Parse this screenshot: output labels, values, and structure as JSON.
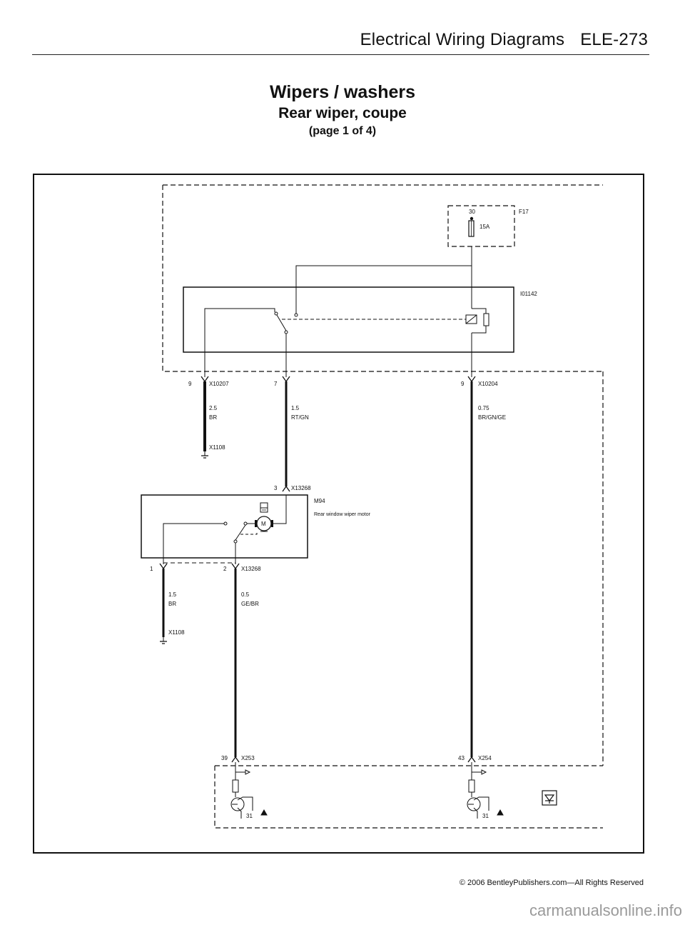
{
  "header": {
    "section": "Electrical Wiring Diagrams",
    "page_code": "ELE-273"
  },
  "titles": {
    "title": "Wipers / washers",
    "subtitle": "Rear wiper, coupe",
    "page": "(page 1 of 4)"
  },
  "fuse": {
    "name": "F17",
    "terminal": "30",
    "rating": "15A"
  },
  "relay": {
    "name": "I01142"
  },
  "connectors": {
    "x10207": {
      "name": "X10207",
      "pin": "9"
    },
    "pin7": {
      "pin": "7"
    },
    "x10204": {
      "name": "X10204",
      "pin": "9"
    },
    "x1108a": {
      "name": "X1108"
    },
    "x13268_top": {
      "name": "X13268",
      "pin": "3"
    },
    "x13268_bottom": {
      "name": "X13268",
      "pin_left": "1",
      "pin_right": "2"
    },
    "x1108b": {
      "name": "X1108"
    },
    "x253": {
      "name": "X253",
      "pin": "39"
    },
    "x254": {
      "name": "X254",
      "pin": "43"
    }
  },
  "wires": {
    "w1": {
      "gauge": "2.5",
      "color": "BR"
    },
    "w2": {
      "gauge": "1.5",
      "color": "RT/GN"
    },
    "w3": {
      "gauge": "0.75",
      "color": "BR/GN/GE"
    },
    "w4": {
      "gauge": "1.5",
      "color": "BR"
    },
    "w5": {
      "gauge": "0.5",
      "color": "GE/BR"
    }
  },
  "motor": {
    "name": "M94",
    "description": "Rear window wiper motor",
    "symbol": "M"
  },
  "ground": {
    "left": "31",
    "right": "31"
  },
  "footer": {
    "copyright": "© 2006 BentleyPublishers.com—All Rights Reserved"
  },
  "watermark": "carmanualsonline.info",
  "icons": [
    "ground-icon",
    "fuse-icon",
    "relay-coil-icon",
    "motor-icon",
    "transistor-icon",
    "control-unit-icon"
  ]
}
